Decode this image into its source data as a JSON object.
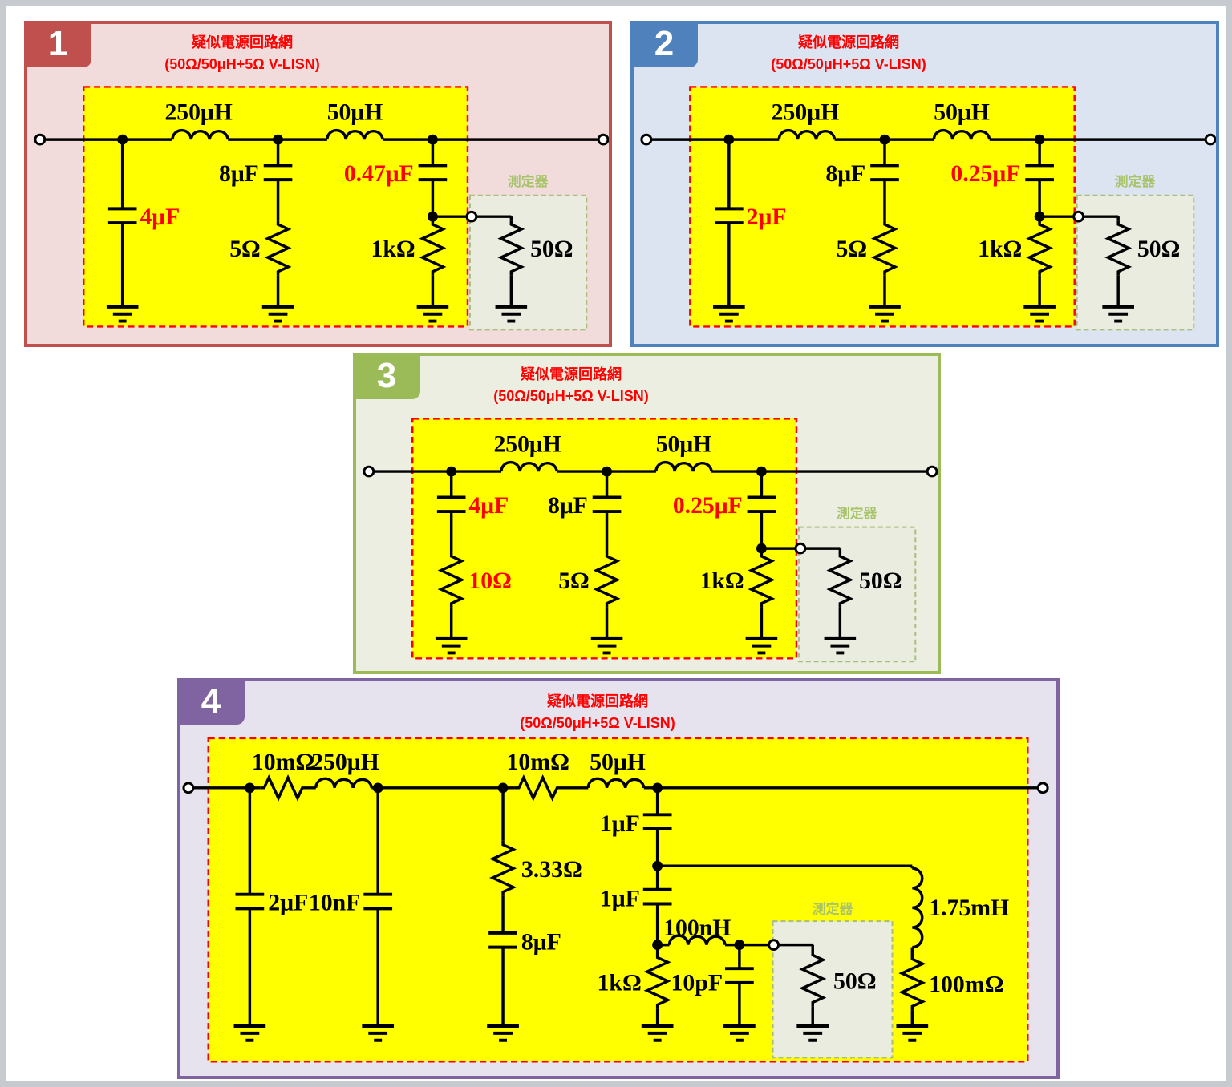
{
  "page": {
    "background": "#ffffff",
    "frame_color": "#c7cbd0"
  },
  "shared": {
    "title_line1": "疑似電源回路網",
    "title_line2": "(50Ω/50μH+5Ω V-LISN)",
    "meter_label": "測定器",
    "colors": {
      "title_red": "#ff0000",
      "highlight_red": "#ff0000",
      "circuit_bg": "#ffff00",
      "circuit_border": "#ff0000",
      "meter_fill": "#e9ecdf",
      "meter_border": "#a8bd7e",
      "meter_text": "#a9c36d",
      "wire": "#000000"
    }
  },
  "panels": [
    {
      "number": "1",
      "accent": "#c0504d",
      "bg": "#f1dcdb",
      "components": {
        "l1": "250μH",
        "l2": "50μH",
        "c_left": "4μF",
        "c_mid": "8μF",
        "c_right": "0.47μF",
        "r_mid": "5Ω",
        "r_right": "1kΩ",
        "r_meter": "50Ω"
      },
      "highlighted": [
        "c_left",
        "c_right"
      ]
    },
    {
      "number": "2",
      "accent": "#4f81bd",
      "bg": "#dbe4f0",
      "components": {
        "l1": "250μH",
        "l2": "50μH",
        "c_left": "2μF",
        "c_mid": "8μF",
        "c_right": "0.25μF",
        "r_mid": "5Ω",
        "r_right": "1kΩ",
        "r_meter": "50Ω"
      },
      "highlighted": [
        "c_left",
        "c_right"
      ]
    },
    {
      "number": "3",
      "accent": "#9bbb59",
      "bg": "#ebeee0",
      "components": {
        "l1": "250μH",
        "l2": "50μH",
        "c_left": "4μF",
        "r_left": "10Ω",
        "c_mid": "8μF",
        "c_right": "0.25μF",
        "r_mid": "5Ω",
        "r_right": "1kΩ",
        "r_meter": "50Ω"
      },
      "highlighted": [
        "c_left",
        "r_left",
        "c_right"
      ]
    },
    {
      "number": "4",
      "accent": "#8064a2",
      "bg": "#e6e2ee",
      "components": {
        "r1": "10mΩ",
        "l1": "250μH",
        "r2": "10mΩ",
        "l2": "50μH",
        "c1": "2μF",
        "c2": "10nF",
        "r3": "3.33Ω",
        "c3": "8μF",
        "c4": "1μF",
        "c5": "1μF",
        "l3": "100nH",
        "r4": "1kΩ",
        "c6": "10pF",
        "r_meter": "50Ω",
        "l4": "1.75mH",
        "r5": "100mΩ"
      },
      "highlighted": []
    }
  ]
}
